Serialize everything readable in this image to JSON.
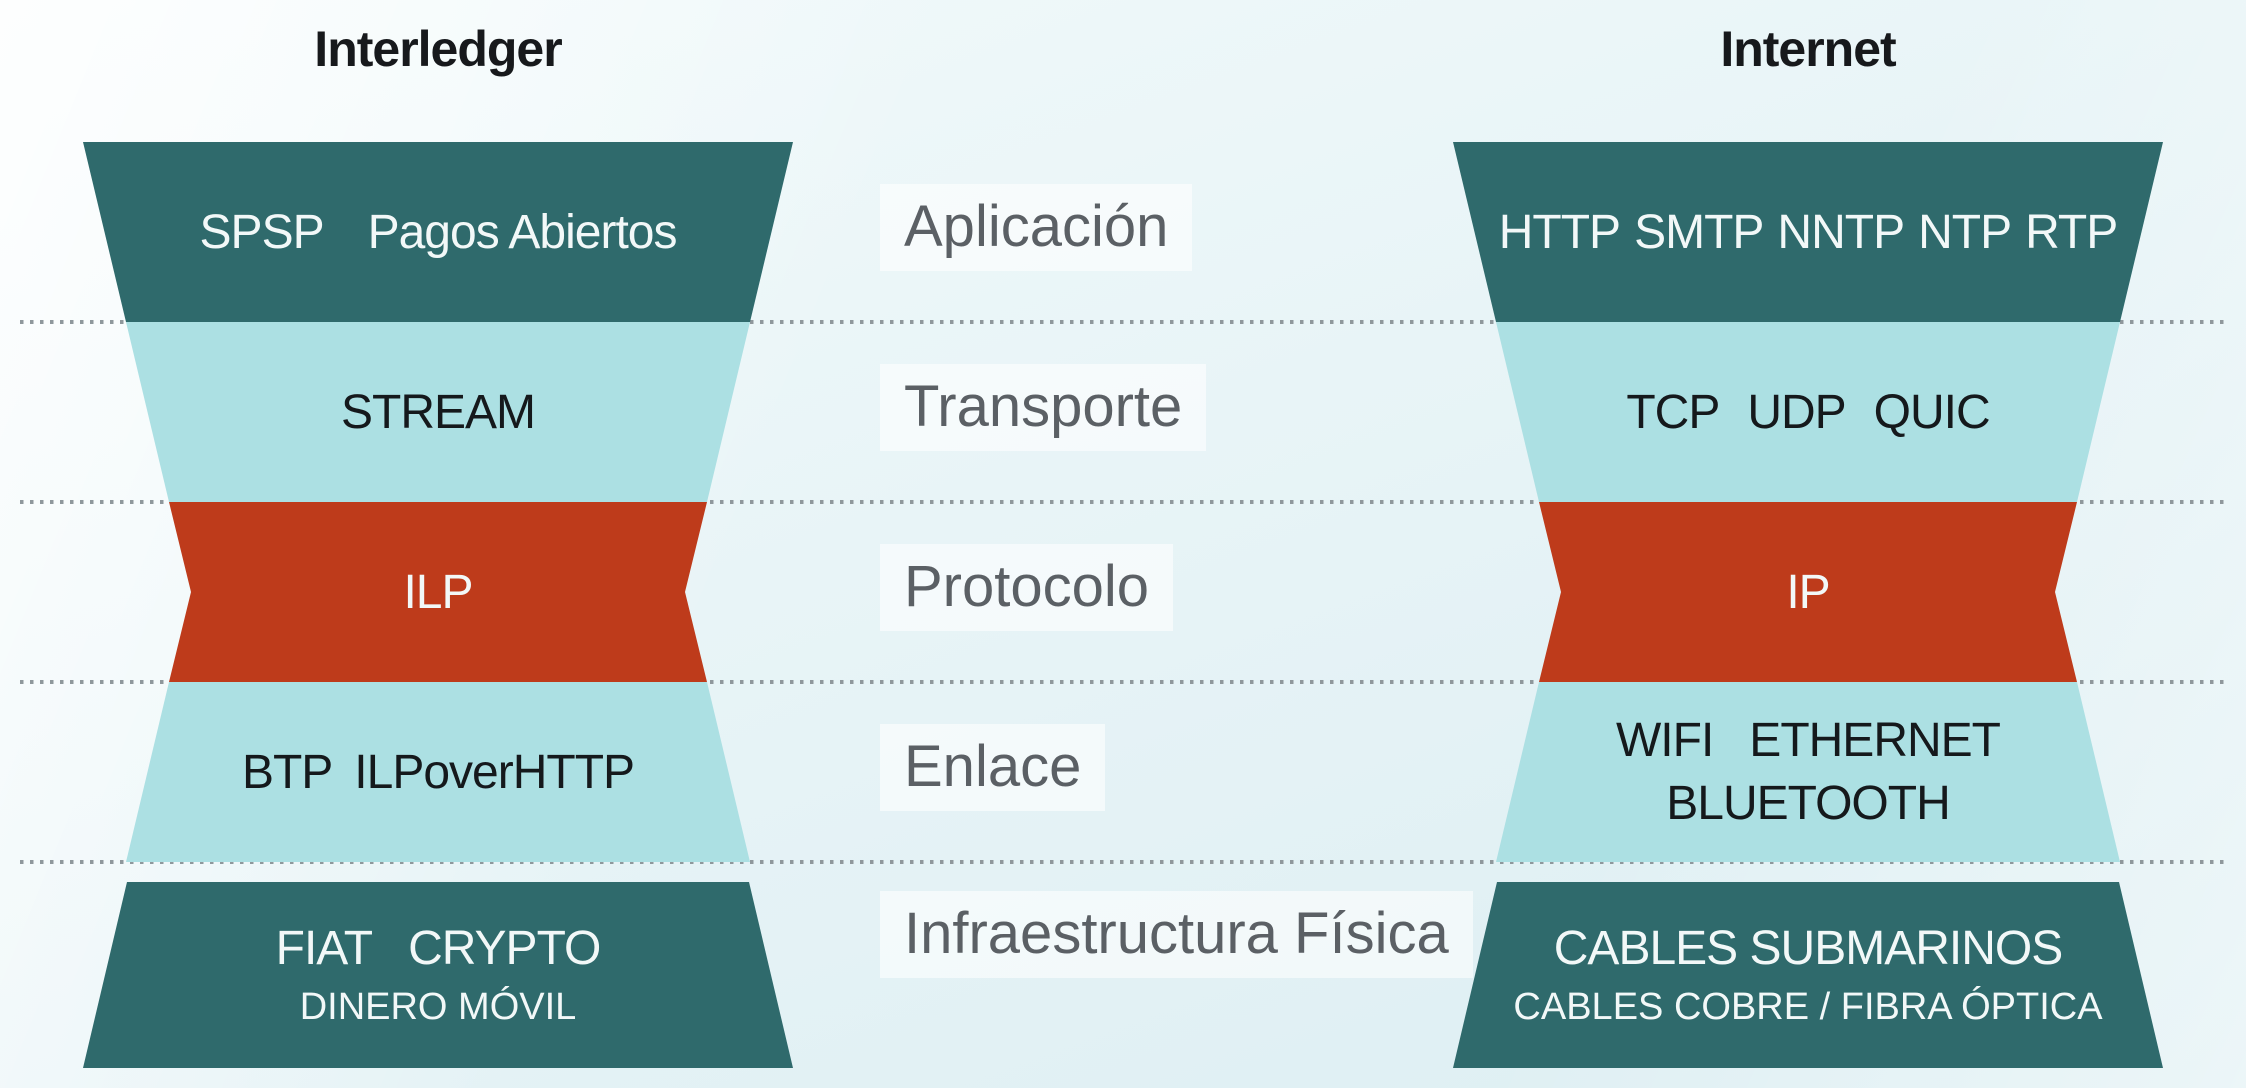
{
  "row_labels": {
    "application": "Aplicación",
    "transport": "Transporte",
    "protocol": "Protocolo",
    "link": "Enlace",
    "physical": "Infraestructura Física"
  },
  "stacks": {
    "interledger": {
      "title": "Interledger",
      "application": {
        "items": [
          "SPSP",
          "Pagos Abiertos"
        ]
      },
      "transport": "STREAM",
      "protocol": "ILP",
      "link": {
        "items": [
          "BTP",
          "ILPoverHTTP"
        ]
      },
      "physical": {
        "line1_items": [
          "FIAT",
          "CRYPTO"
        ],
        "line2": "DINERO MÓVIL"
      }
    },
    "internet": {
      "title": "Internet",
      "application": {
        "items": [
          "HTTP",
          "SMTP",
          "NNTP",
          "NTP",
          "RTP"
        ]
      },
      "transport": {
        "items": [
          "TCP",
          "UDP",
          "QUIC"
        ]
      },
      "protocol": "IP",
      "link": {
        "line1_items": [
          "WIFI",
          "ETHERNET"
        ],
        "line2": "BLUETOOTH"
      },
      "physical": {
        "line1": "CABLES SUBMARINOS",
        "line2": "CABLES COBRE / FIBRA ÓPTICA"
      }
    }
  },
  "colors": {
    "dark_teal": "#2F6A6C",
    "light_teal": "#ACE0E3",
    "red": "#BE3B1B",
    "label_gray": "#5B6065",
    "title_color": "#17191C",
    "dot_gray": "#8F989C",
    "on_dark_text": "#F2F8F8",
    "on_light_text": "#15191C"
  }
}
